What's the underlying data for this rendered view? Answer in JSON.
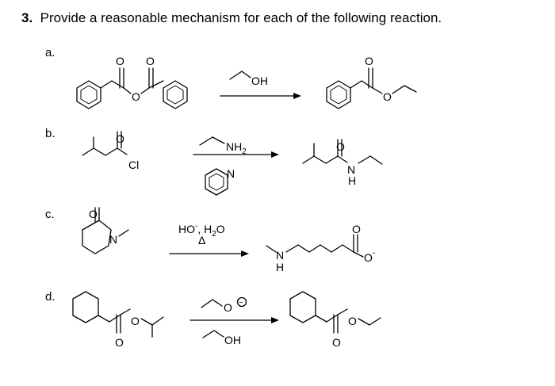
{
  "question": {
    "number": "3.",
    "text": "Provide a reasonable mechanism for each of the following reaction."
  },
  "parts": [
    {
      "label": "a.",
      "reagent": "OH"
    },
    {
      "label": "b.",
      "reagent": "NH",
      "reagent_sub": "2",
      "atom_cl": "Cl",
      "atom_n_pyr": "N",
      "atom_n_prod": "N",
      "atom_h_prod": "H"
    },
    {
      "label": "c.",
      "reagent_1": "HO",
      "reagent_1_sup": "-",
      "reagent_2": ", H",
      "reagent_2_sub": "2",
      "reagent_2_end": "O",
      "condition": "Δ",
      "atom_n_start": "N",
      "atom_n_prod": "N",
      "atom_h_prod": "H",
      "atom_o_prod": "O",
      "charge": "-"
    },
    {
      "label": "d.",
      "reagent_top": "O",
      "reagent_top_charge": "−",
      "reagent_bottom": "OH"
    }
  ],
  "atoms": {
    "O": "O"
  }
}
